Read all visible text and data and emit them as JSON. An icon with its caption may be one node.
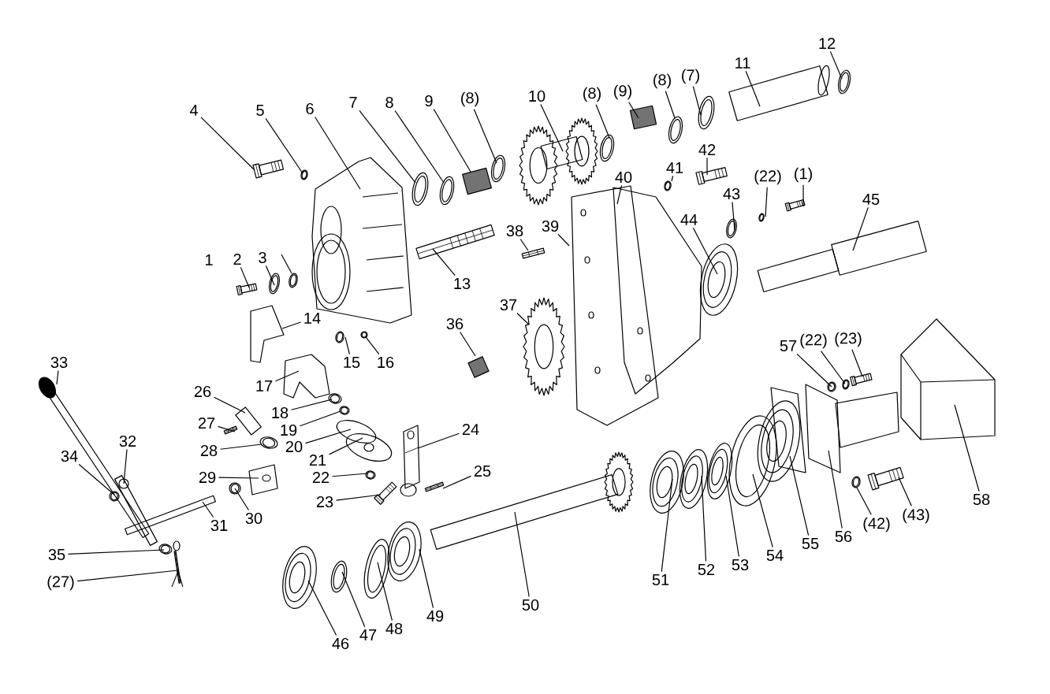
{
  "diagram": {
    "nodes": [
      {
        "text": [
          "4"
        ]
      },
      {
        "text": [
          "5"
        ]
      },
      {
        "text": [
          "6"
        ]
      },
      {
        "text": [
          "7"
        ]
      },
      {
        "text": [
          "8"
        ]
      },
      {
        "text": [
          "9"
        ]
      },
      {
        "text": [
          "(8)"
        ]
      },
      {
        "text": [
          "10"
        ]
      },
      {
        "text": [
          "(8)"
        ]
      },
      {
        "text": [
          "(9)"
        ]
      },
      {
        "text": [
          "(8)"
        ]
      },
      {
        "text": [
          "(7)"
        ]
      },
      {
        "text": [
          "11"
        ]
      },
      {
        "text": [
          "12"
        ]
      },
      {
        "text": [
          "42"
        ]
      },
      {
        "text": [
          "41"
        ]
      },
      {
        "text": [
          "40"
        ]
      },
      {
        "text": [
          "(22)"
        ]
      },
      {
        "text": [
          "(1)"
        ]
      },
      {
        "text": [
          "43"
        ]
      },
      {
        "text": [
          "45"
        ]
      },
      {
        "text": [
          "44"
        ]
      },
      {
        "text": [
          "39"
        ]
      },
      {
        "text": [
          "38"
        ]
      },
      {
        "text": [
          "2"
        ]
      },
      {
        "text": [
          "3"
        ]
      },
      {
        "text": [
          "13"
        ]
      },
      {
        "text": [
          "14"
        ]
      },
      {
        "text": [
          "37"
        ]
      },
      {
        "text": [
          "36"
        ]
      },
      {
        "text": [
          "15"
        ]
      },
      {
        "text": [
          "16"
        ]
      },
      {
        "text": [
          "33"
        ]
      },
      {
        "text": [
          "17"
        ]
      },
      {
        "text": [
          "26"
        ]
      },
      {
        "text": [
          "18"
        ]
      },
      {
        "text": [
          "27"
        ]
      },
      {
        "text": [
          "19"
        ]
      },
      {
        "text": [
          "32"
        ]
      },
      {
        "text": [
          "20"
        ]
      },
      {
        "text": [
          "24"
        ]
      },
      {
        "text": [
          "28"
        ]
      },
      {
        "text": [
          "34"
        ]
      },
      {
        "text": [
          "21"
        ]
      },
      {
        "text": [
          "29"
        ]
      },
      {
        "text": [
          "22"
        ]
      },
      {
        "text": [
          "25"
        ]
      },
      {
        "text": [
          "23"
        ]
      },
      {
        "text": [
          "30"
        ]
      },
      {
        "text": [
          "31"
        ]
      },
      {
        "text": [
          "35"
        ]
      },
      {
        "text": [
          "(27)"
        ]
      },
      {
        "text": [
          "57"
        ]
      },
      {
        "text": [
          "(22)"
        ]
      },
      {
        "text": [
          "(23)"
        ]
      },
      {
        "text": [
          "58"
        ]
      },
      {
        "text": [
          "50"
        ]
      },
      {
        "text": [
          "49"
        ]
      },
      {
        "text": [
          "51"
        ]
      },
      {
        "text": [
          "52"
        ]
      },
      {
        "text": [
          "53"
        ]
      },
      {
        "text": [
          "54"
        ]
      },
      {
        "text": [
          "55"
        ]
      },
      {
        "text": [
          "56"
        ]
      },
      {
        "text": [
          "(42)"
        ]
      },
      {
        "text": [
          "(43)"
        ]
      },
      {
        "text": [
          "46"
        ]
      },
      {
        "text": [
          "47"
        ]
      },
      {
        "text": [
          "48"
        ]
      },
      {
        "text": [],
        "shape": "picture"
      },
      {
        "text": [],
        "shape": "picture"
      },
      {
        "text": [],
        "shape": "picture"
      },
      {
        "text": [],
        "shape": "picture"
      },
      {
        "text": [],
        "shape": "picture"
      },
      {
        "text": [],
        "shape": "picture"
      },
      {
        "text": [],
        "shape": "picture"
      },
      {
        "text": [],
        "shape": "picture"
      },
      {
        "text": [],
        "shape": "picture"
      },
      {
        "text": [],
        "shape": "picture"
      },
      {
        "text": [],
        "shape": "picture"
      },
      {
        "text": [],
        "shape": "picture"
      },
      {
        "text": [],
        "shape": "picture"
      },
      {
        "text": [],
        "shape": "picture"
      },
      {
        "text": [],
        "shape": "picture"
      },
      {
        "text": [],
        "shape": "picture"
      },
      {
        "text": [],
        "shape": "picture"
      },
      {
        "text": [],
        "shape": "picture"
      },
      {
        "text": [],
        "shape": "picture"
      },
      {
        "text": [],
        "shape": "picture"
      },
      {
        "text": [],
        "shape": "picture"
      },
      {
        "text": [],
        "shape": "picture"
      },
      {
        "text": [],
        "shape": "picture"
      },
      {
        "text": [],
        "shape": "picture"
      },
      {
        "text": [],
        "shape": "picture"
      },
      {
        "text": [],
        "shape": "picture"
      },
      {
        "text": [],
        "shape": "picture"
      },
      {
        "text": [],
        "shape": "picture"
      },
      {
        "text": [],
        "shape": "picture"
      },
      {
        "text": [],
        "shape": "picture"
      },
      {
        "text": [],
        "shape": "picture"
      },
      {
        "text": [],
        "shape": "picture"
      },
      {
        "text": [],
        "shape": "picture"
      },
      {
        "text": [],
        "shape": "picture"
      },
      {
        "text": [],
        "shape": "picture"
      },
      {
        "text": [],
        "shape": "picture"
      },
      {
        "text": [],
        "shape": "picture"
      },
      {
        "text": [],
        "shape": "picture"
      },
      {
        "text": [],
        "shape": "picture"
      },
      {
        "text": [],
        "shape": "picture"
      },
      {
        "text": [],
        "shape": "picture"
      },
      {
        "text": [],
        "shape": "picture"
      },
      {
        "text": [],
        "shape": "picture"
      },
      {
        "text": [],
        "shape": "picture"
      },
      {
        "text": [],
        "shape": "picture"
      },
      {
        "text": [],
        "shape": "picture"
      },
      {
        "text": [],
        "shape": "picture"
      },
      {
        "text": [],
        "shape": "picture"
      },
      {
        "text": [],
        "shape": "picture"
      },
      {
        "text": [],
        "shape": "picture"
      },
      {
        "text": [],
        "shape": "picture"
      },
      {
        "text": [],
        "shape": "picture"
      },
      {
        "text": [],
        "shape": "picture"
      },
      {
        "text": [],
        "shape": "picture"
      },
      {
        "text": [],
        "shape": "picture"
      },
      {
        "text": [],
        "shape": "picture"
      },
      {
        "text": [],
        "shape": "picture"
      },
      {
        "text": [],
        "shape": "picture"
      },
      {
        "text": [],
        "shape": "picture"
      },
      {
        "text": [],
        "shape": "picture"
      },
      {
        "text": [],
        "shape": "picture"
      },
      {
        "text": [],
        "shape": "picture"
      },
      {
        "text": [],
        "shape": "picture"
      },
      {
        "text": [],
        "shape": "picture"
      },
      {
        "text": [],
        "shape": "picture"
      },
      {
        "text": [],
        "shape": "picture"
      },
      {
        "text": [],
        "shape": "picture"
      },
      {
        "text": [],
        "shape": "picture"
      },
      {
        "text": [],
        "shape": "picture"
      }
    ],
    "edges": [
      {
        "from": 0,
        "to": 69,
        "arrow": "none"
      },
      {
        "from": 1,
        "to": 70,
        "arrow": "none"
      },
      {
        "from": 2,
        "to": 71,
        "arrow": "none"
      },
      {
        "from": 3,
        "to": 72,
        "arrow": "none"
      },
      {
        "from": 4,
        "to": 73,
        "arrow": "none"
      },
      {
        "from": 5,
        "to": 74,
        "arrow": "none"
      },
      {
        "from": 6,
        "to": 75,
        "arrow": "none"
      },
      {
        "from": 7,
        "to": 76,
        "arrow": "none"
      },
      {
        "from": 8,
        "to": 77,
        "arrow": "none"
      },
      {
        "from": 9,
        "to": 78,
        "arrow": "none"
      },
      {
        "from": 10,
        "to": 79,
        "arrow": "none"
      },
      {
        "from": 11,
        "to": 80,
        "arrow": "none"
      },
      {
        "from": 12,
        "to": 81,
        "arrow": "none"
      },
      {
        "from": 13,
        "to": 82,
        "arrow": "none"
      },
      {
        "from": 14,
        "to": 83,
        "arrow": "none"
      },
      {
        "from": 15,
        "to": 84,
        "arrow": "none"
      },
      {
        "from": 16,
        "to": 85,
        "arrow": "none"
      },
      {
        "from": 17,
        "to": 86,
        "arrow": "none"
      },
      {
        "from": 18,
        "to": 87,
        "arrow": "none"
      },
      {
        "from": 19,
        "to": 88,
        "arrow": "none"
      },
      {
        "from": 20,
        "to": 89,
        "arrow": "none"
      },
      {
        "from": 21,
        "to": 90,
        "arrow": "none"
      },
      {
        "from": 22,
        "to": 91,
        "arrow": "none"
      },
      {
        "from": 23,
        "to": 92,
        "arrow": "none"
      },
      {
        "from": 24,
        "to": 93,
        "arrow": "none"
      },
      {
        "from": 25,
        "to": 94,
        "arrow": "none"
      },
      {
        "from": 26,
        "to": 95,
        "arrow": "none"
      },
      {
        "from": 27,
        "to": 96,
        "arrow": "none"
      },
      {
        "from": 28,
        "to": 97,
        "arrow": "none"
      },
      {
        "from": 29,
        "to": 98,
        "arrow": "none"
      },
      {
        "from": 30,
        "to": 99,
        "arrow": "none"
      },
      {
        "from": 31,
        "to": 100,
        "arrow": "none"
      },
      {
        "from": 32,
        "to": 101,
        "arrow": "none"
      },
      {
        "from": 33,
        "to": 102,
        "arrow": "none"
      },
      {
        "from": 34,
        "to": 103,
        "arrow": "none"
      },
      {
        "from": 35,
        "to": 104,
        "arrow": "none"
      },
      {
        "from": 36,
        "to": 105,
        "arrow": "none"
      },
      {
        "from": 37,
        "to": 106,
        "arrow": "none"
      },
      {
        "from": 38,
        "to": 107,
        "arrow": "none"
      },
      {
        "from": 39,
        "to": 108,
        "arrow": "none"
      },
      {
        "from": 40,
        "to": 109,
        "arrow": "none"
      },
      {
        "from": 41,
        "to": 110,
        "arrow": "none"
      },
      {
        "from": 42,
        "to": 111,
        "arrow": "none"
      },
      {
        "from": 43,
        "to": 112,
        "arrow": "none"
      },
      {
        "from": 44,
        "to": 113,
        "arrow": "none"
      },
      {
        "from": 45,
        "to": 114,
        "arrow": "none"
      },
      {
        "from": 46,
        "to": 115,
        "arrow": "none"
      },
      {
        "from": 47,
        "to": 116,
        "arrow": "none"
      },
      {
        "from": 48,
        "to": 117,
        "arrow": "none"
      },
      {
        "from": 49,
        "to": 118,
        "arrow": "none"
      },
      {
        "from": 50,
        "to": 119,
        "arrow": "none"
      },
      {
        "from": 51,
        "to": 120,
        "arrow": "none"
      },
      {
        "from": 52,
        "to": 121,
        "arrow": "none"
      },
      {
        "from": 53,
        "to": 122,
        "arrow": "none"
      },
      {
        "from": 54,
        "to": 123,
        "arrow": "none"
      },
      {
        "from": 55,
        "to": 124,
        "arrow": "none"
      },
      {
        "from": 56,
        "to": 125,
        "arrow": "none"
      },
      {
        "from": 57,
        "to": 126,
        "arrow": "none"
      },
      {
        "from": 58,
        "to": 127,
        "arrow": "none"
      },
      {
        "from": 59,
        "to": 128,
        "arrow": "none"
      },
      {
        "from": 60,
        "to": 129,
        "arrow": "none"
      },
      {
        "from": 61,
        "to": 130,
        "arrow": "none"
      },
      {
        "from": 62,
        "to": 131,
        "arrow": "none"
      },
      {
        "from": 63,
        "to": 132,
        "arrow": "none"
      },
      {
        "from": 64,
        "to": 133,
        "arrow": "none"
      },
      {
        "from": 65,
        "to": 134,
        "arrow": "none"
      },
      {
        "from": 66,
        "to": 135,
        "arrow": "none"
      },
      {
        "from": 67,
        "to": 136,
        "arrow": "none"
      },
      {
        "from": 68,
        "to": 137,
        "arrow": "none"
      }
    ],
    "labels": [
      "1"
    ]
  }
}
